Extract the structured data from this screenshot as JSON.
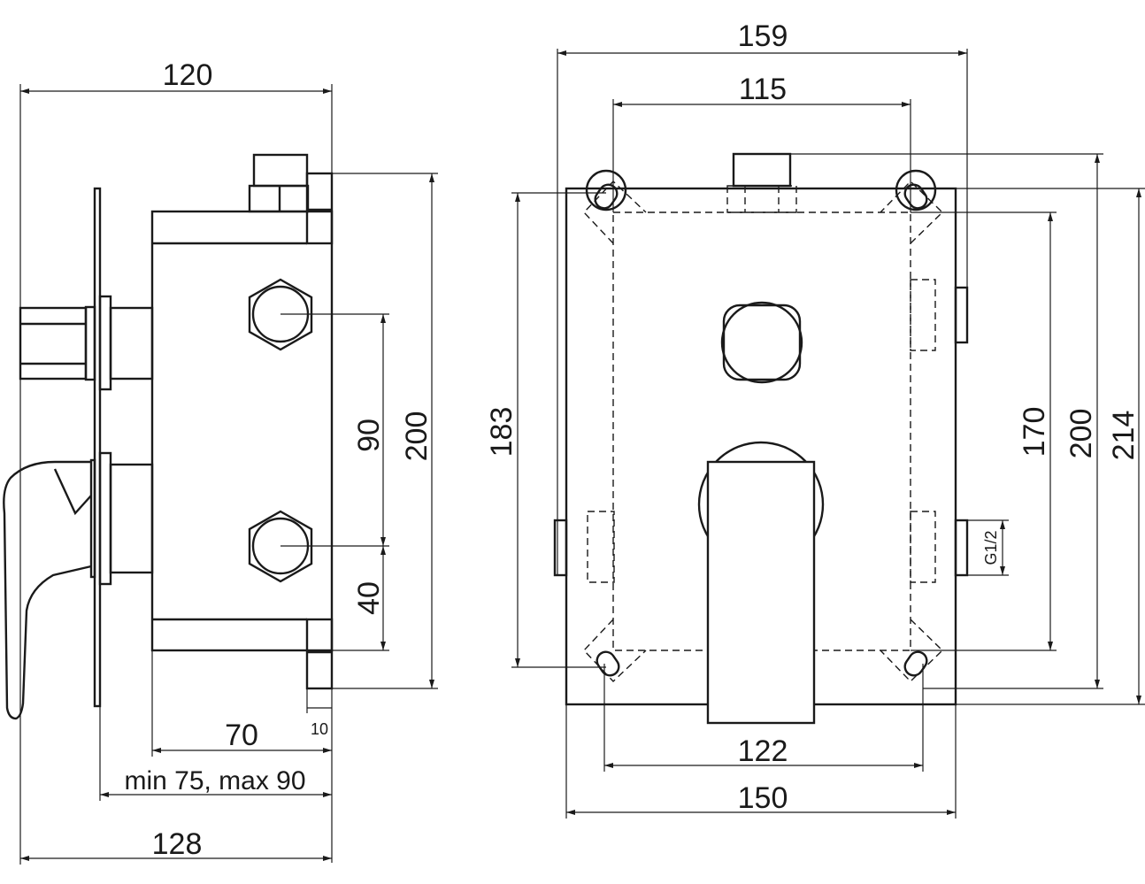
{
  "side_view": {
    "dims": {
      "width_top": "120",
      "height": "200",
      "hole_spacing": "90",
      "hole_offset": "40",
      "fitting": "10",
      "depth": "70",
      "wall_range": "min 75, max 90",
      "width_bottom": "128"
    }
  },
  "front_view": {
    "dims": {
      "width_top": "159",
      "mount_width": "115",
      "height_left": "183",
      "mount_height": "170",
      "height": "200",
      "total_height": "214",
      "bottom_mount": "122",
      "width_bottom": "150",
      "thread": "G1/2"
    }
  }
}
